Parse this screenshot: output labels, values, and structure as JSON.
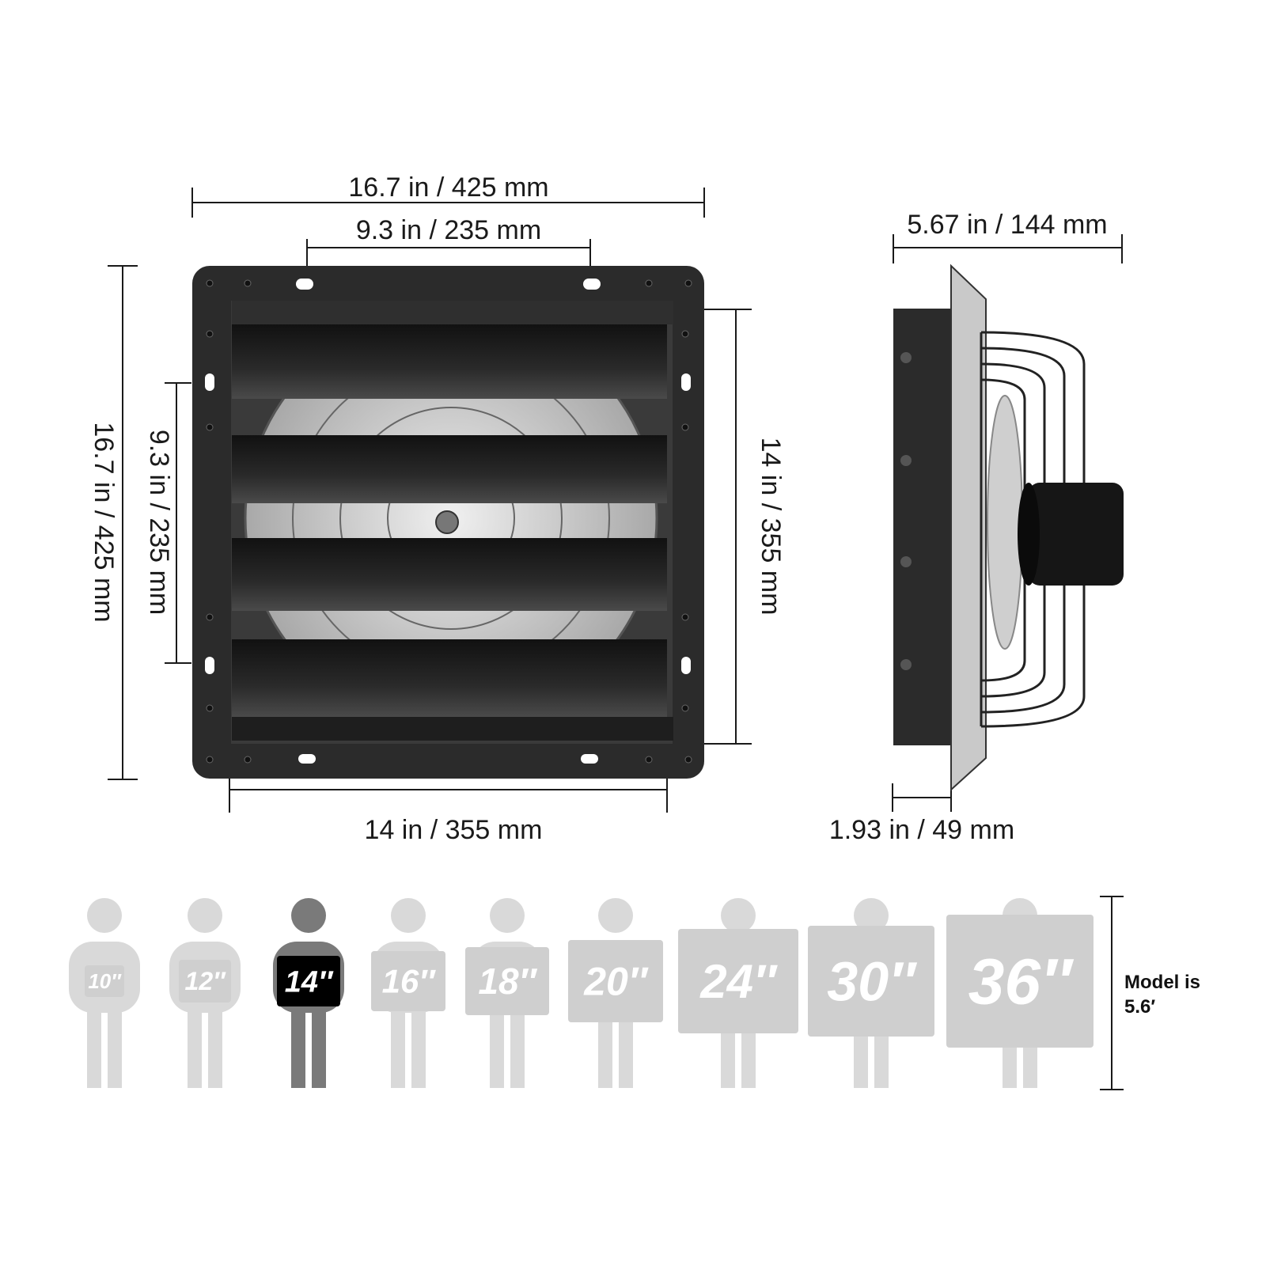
{
  "front_view": {
    "overall_width": "16.7 in / 425 mm",
    "inner_width": "9.3 in / 235 mm",
    "overall_height": "16.7 in / 425 mm",
    "inner_height": "9.3 in / 235 mm",
    "shutter_height": "14 in / 355 mm",
    "opening_width": "14 in / 355 mm"
  },
  "side_view": {
    "depth": "5.67 in / 144 mm",
    "flange_depth": "1.93 in / 49 mm"
  },
  "size_comparison": {
    "sizes": [
      "10″",
      "12″",
      "14″",
      "16″",
      "18″",
      "20″",
      "24″",
      "30″",
      "36″"
    ],
    "highlighted": "14″",
    "model_note_line1": "Model is",
    "model_note_line2": "5.6′"
  },
  "colors": {
    "dimension_line": "#1a1a1a",
    "fan_body": "#2b2b2b",
    "silhouette": "#d9d9d9",
    "silhouette_highlight": "#7a7a7a",
    "board_highlight": "#000000"
  }
}
